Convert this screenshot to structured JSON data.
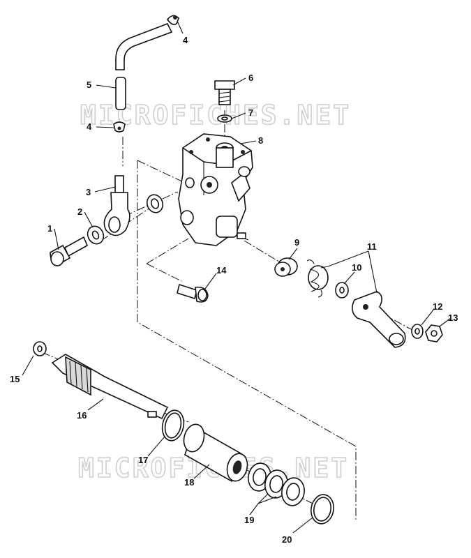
{
  "watermark": "MICROFICHES.NET",
  "callouts": [
    {
      "id": "c4a",
      "text": "4"
    },
    {
      "id": "c5",
      "text": "5"
    },
    {
      "id": "c4b",
      "text": "4"
    },
    {
      "id": "c3",
      "text": "3"
    },
    {
      "id": "c2",
      "text": "2"
    },
    {
      "id": "c1",
      "text": "1"
    },
    {
      "id": "c6",
      "text": "6"
    },
    {
      "id": "c7",
      "text": "7"
    },
    {
      "id": "c8",
      "text": "8"
    },
    {
      "id": "c9",
      "text": "9"
    },
    {
      "id": "c10",
      "text": "10"
    },
    {
      "id": "c11",
      "text": "11"
    },
    {
      "id": "c12",
      "text": "12"
    },
    {
      "id": "c13",
      "text": "13"
    },
    {
      "id": "c14",
      "text": "14"
    },
    {
      "id": "c15",
      "text": "15"
    },
    {
      "id": "c16",
      "text": "16"
    },
    {
      "id": "c17",
      "text": "17"
    },
    {
      "id": "c18",
      "text": "18"
    },
    {
      "id": "c19",
      "text": "19"
    },
    {
      "id": "c20",
      "text": "20"
    }
  ]
}
